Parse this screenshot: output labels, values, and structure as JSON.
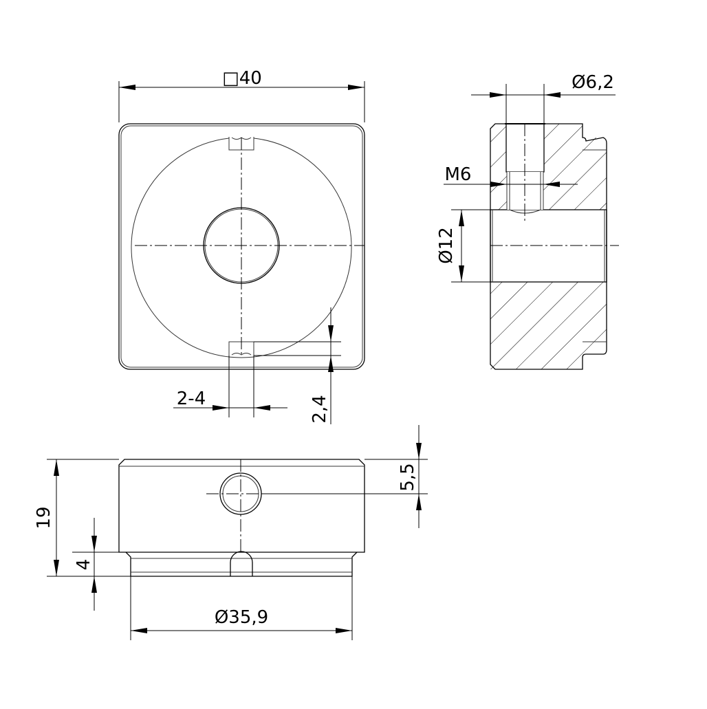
{
  "drawing": {
    "top_view": {
      "square_dim": "□40",
      "slot_dim": "2-4",
      "slot_depth_dim": "2,4"
    },
    "section_view": {
      "counterbore_dim": "Ø6,2",
      "thread_dim": "M6",
      "bore_dim": "Ø12"
    },
    "front_view": {
      "height_dim": "19",
      "flange_dim": "4",
      "hole_pos_dim": "5,5",
      "flange_diameter_dim": "Ø35,9"
    },
    "colors": {
      "line": "#000000",
      "background": "#ffffff"
    }
  }
}
